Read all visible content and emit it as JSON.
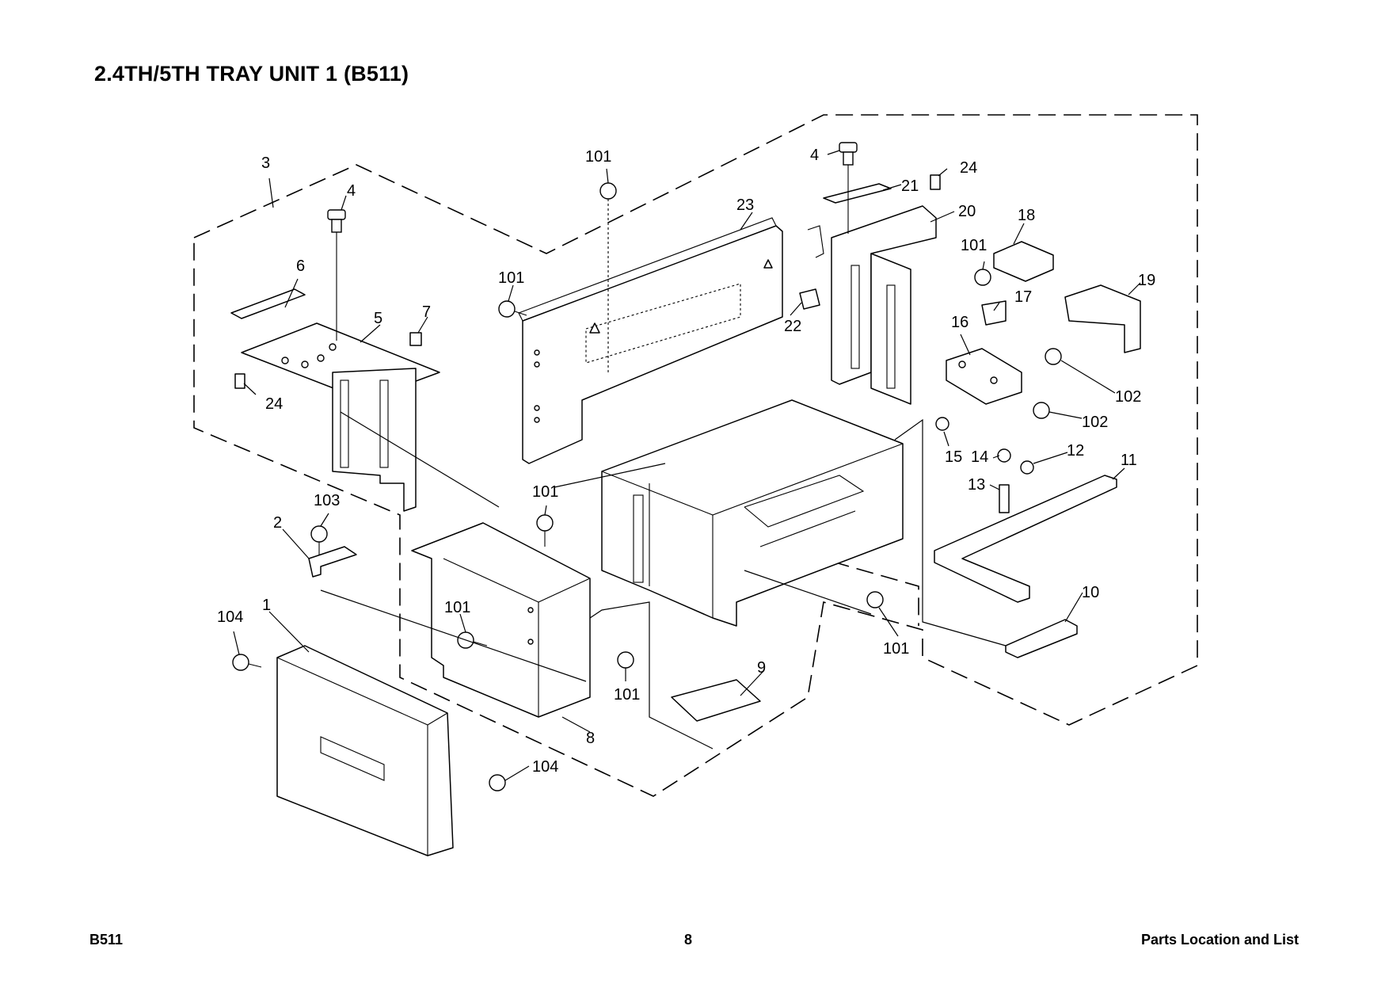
{
  "header": {
    "title": "2.4TH/5TH TRAY UNIT 1 (B511)"
  },
  "footer": {
    "left": "B511",
    "center": "8",
    "right": "Parts Location and List"
  },
  "callouts": {
    "c1": "1",
    "c2": "2",
    "c3": "3",
    "c4a": "4",
    "c4b": "4",
    "c5": "5",
    "c6": "6",
    "c7": "7",
    "c8": "8",
    "c9": "9",
    "c10": "10",
    "c11": "11",
    "c12": "12",
    "c13": "13",
    "c14": "14",
    "c15": "15",
    "c16": "16",
    "c17": "17",
    "c18": "18",
    "c19": "19",
    "c20": "20",
    "c21": "21",
    "c22": "22",
    "c23": "23",
    "c24a": "24",
    "c24b": "24",
    "c101a": "101",
    "c101b": "101",
    "c101c": "101",
    "c101d": "101",
    "c101e": "101",
    "c101f": "101",
    "c101g": "101",
    "c102a": "102",
    "c102b": "102",
    "c103": "103",
    "c104a": "104",
    "c104b": "104"
  }
}
